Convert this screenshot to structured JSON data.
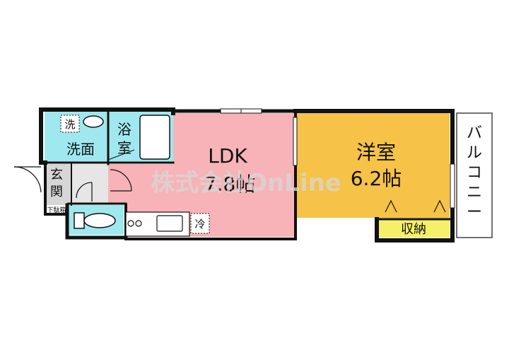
{
  "rooms": {
    "ldk": {
      "name": "LDK",
      "size": "7.8帖",
      "color": "#f7b3b7"
    },
    "western": {
      "name": "洋室",
      "size": "6.2帖",
      "color": "#f6c247"
    },
    "washroom": {
      "name": "洗面",
      "color": "#9fe8ef"
    },
    "bath": {
      "line1": "浴",
      "line2": "室",
      "color": "#9fe8ef"
    },
    "entrance": {
      "line1": "玄",
      "line2": "関",
      "color": "#d8d8d8"
    },
    "storage": {
      "name": "収納",
      "color": "#f5f06a"
    },
    "balcony": {
      "chars": [
        "バ",
        "ル",
        "コ",
        "ニ",
        "ー"
      ]
    }
  },
  "fixtures": {
    "washer": "洗",
    "fridge": "冷",
    "shoe_box": "下駄箱"
  },
  "watermark": "株式会社OnLine",
  "colors": {
    "wall": "#111111",
    "toilet": "#9fe8ef"
  }
}
